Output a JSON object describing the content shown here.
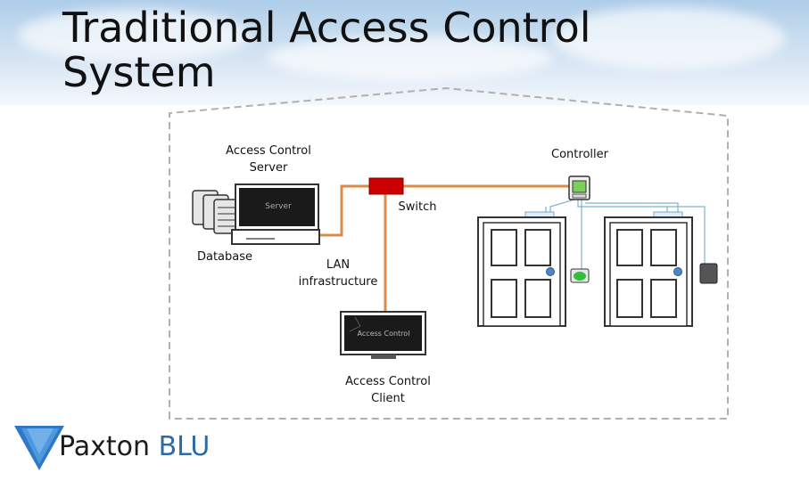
{
  "title": {
    "line1": "Traditional Access Control",
    "line2": "System"
  },
  "labels": {
    "server": "Access Control Server",
    "controller": "Controller",
    "switch": "Switch",
    "database": "Database",
    "lan": "LAN infrastructure",
    "client": "Access Control Client"
  },
  "screens": {
    "server": "Server",
    "client": "Access Control"
  },
  "logo": {
    "part1": "Paxton",
    "part2": "BLU"
  },
  "colors": {
    "cable": "#d98c4a",
    "switch": "#cc0000",
    "wire": "#7fb3cc",
    "brand": "#2d6aa8"
  }
}
